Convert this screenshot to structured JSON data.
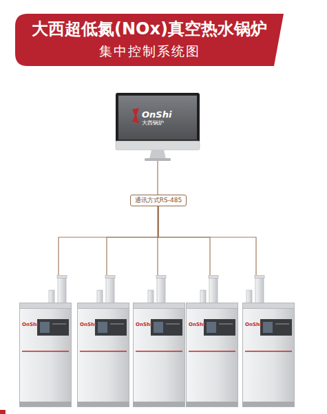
{
  "diagram": {
    "title": "大西超低氮(NOx)真空热水锅炉",
    "nodes": [
      {
        "text": [
          "OnShi",
          "大西锅炉"
        ]
      },
      {
        "text": [
          "通讯方式RS-485"
        ]
      },
      {
        "text": [
          "OnShi"
        ]
      },
      {
        "text": [
          "OnShi"
        ]
      },
      {
        "text": [
          "OnShi"
        ]
      },
      {
        "text": [
          "OnShi"
        ]
      },
      {
        "text": [
          "OnShi"
        ]
      }
    ],
    "edges": [
      {
        "from": 0,
        "to": 1,
        "arrow": "none"
      },
      {
        "from": 1,
        "to": 2,
        "arrow": "none"
      },
      {
        "from": 1,
        "to": 3,
        "arrow": "none"
      },
      {
        "from": 1,
        "to": 4,
        "arrow": "none"
      },
      {
        "from": 1,
        "to": 5,
        "arrow": "none"
      },
      {
        "from": 1,
        "to": 6,
        "arrow": "none"
      }
    ],
    "labels": [
      "集中控制系统图"
    ]
  }
}
